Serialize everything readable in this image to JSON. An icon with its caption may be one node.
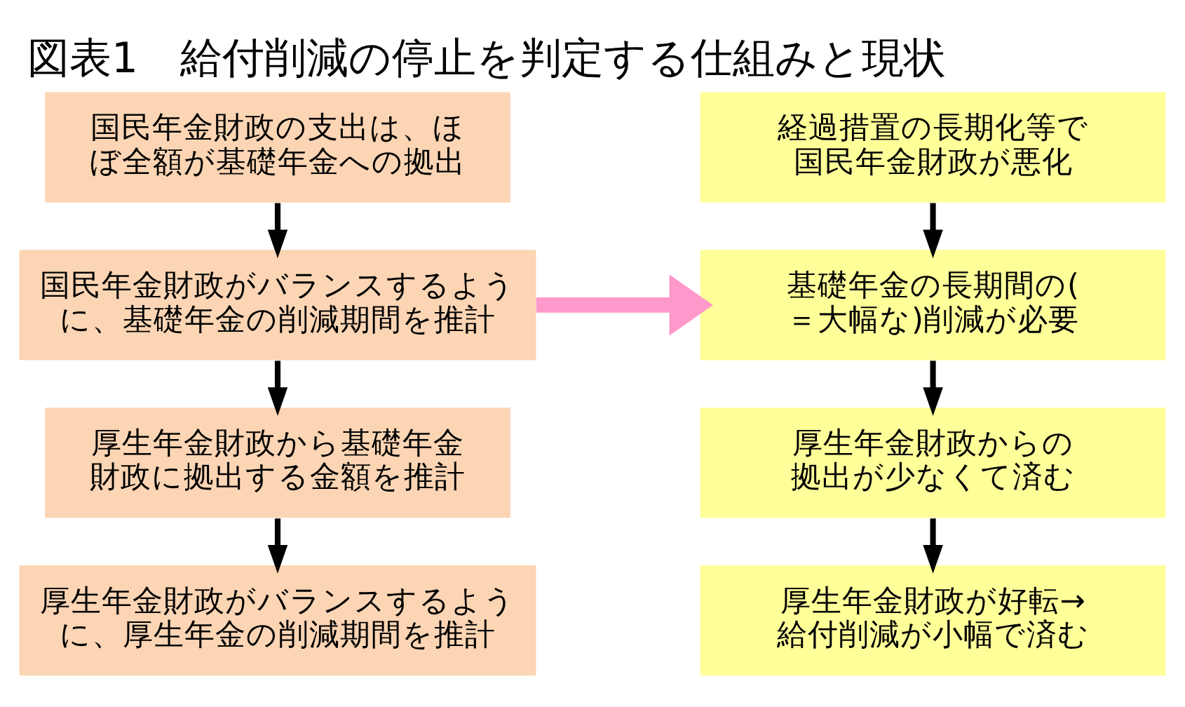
{
  "diagram": {
    "title": "図表1　給付削減の停止を判定する仕組みと現状",
    "nodes": [
      {
        "text": [
          "国民年金財政の支出は、ほぼ全額が基礎年金への拠出"
        ]
      },
      {
        "text": [
          "国民年金財政がバランスするように、基礎年金の削減期間を推計"
        ]
      },
      {
        "text": [
          "厚生年金財政から基礎年金財政に拠出する金額を推計"
        ]
      },
      {
        "text": [
          "厚生年金財政がバランスするように、厚生年金の削減期間を推計"
        ]
      },
      {
        "text": [
          "経過措置の長期化等で国民年金財政が悪化"
        ]
      },
      {
        "text": [
          "基礎年金の長期間の(＝大幅な)削減が必要"
        ]
      },
      {
        "text": [
          "厚生年金財政からの拠出が少なくて済む"
        ]
      },
      {
        "text": [
          "厚生年金財政が好転→給付削減が小幅で済む"
        ]
      }
    ],
    "edges": [
      {
        "from": 0,
        "to": 1,
        "arrow": "to"
      },
      {
        "from": 1,
        "to": 2,
        "arrow": "to"
      },
      {
        "from": 2,
        "to": 3,
        "arrow": "to"
      },
      {
        "from": 4,
        "to": 5,
        "arrow": "to"
      },
      {
        "from": 5,
        "to": 6,
        "arrow": "to"
      },
      {
        "from": 6,
        "to": 7,
        "arrow": "to"
      },
      {
        "from": 1,
        "to": 5,
        "arrow": "to",
        "style": "thick",
        "color": "#ff99cc"
      }
    ]
  }
}
